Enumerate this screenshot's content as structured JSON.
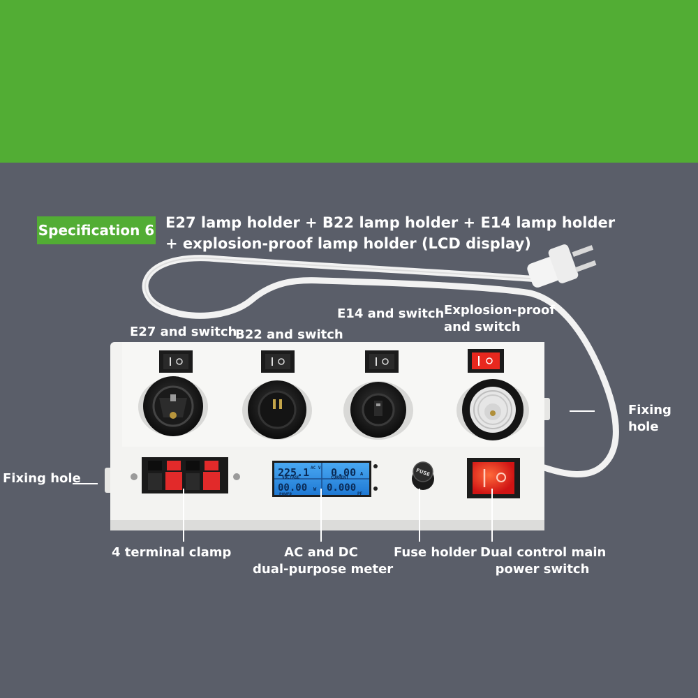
{
  "background": {
    "top_color": "#52ad34",
    "bottom_color": "#5a5e69"
  },
  "spec": {
    "badge": "Specification 6",
    "title_line1": "E27 lamp holder + B22 lamp holder + E14 lamp holder",
    "title_line2": "+ explosion-proof lamp holder (LCD display)"
  },
  "labels": {
    "e27": "E27 and switch",
    "b22": "B22 and switch",
    "e14": "E14 and switch",
    "explosion_line1": "Explosion-proof",
    "explosion_line2": "and switch",
    "fixing_right_line1": "Fixing",
    "fixing_right_line2": "hole",
    "fixing_left": "Fixing hole",
    "terminal": "4 terminal clamp",
    "meter_line1": "AC and DC",
    "meter_line2": "dual-purpose meter",
    "fuse": "Fuse holder",
    "main_line1": "Dual control main",
    "main_line2": "power switch"
  },
  "lcd": {
    "voltage_value": "225.1",
    "voltage_unit": "AC V",
    "voltage_label": "VOLTAGE",
    "current_value": "0.00",
    "current_unit": "A",
    "current_label": "CURRENT",
    "power_value": "00.00",
    "power_unit": "W",
    "power_label": "POWER",
    "pf_value": "0.000",
    "pf_label": "PF"
  },
  "fuse_cap_text": "FUSE",
  "colors": {
    "board": "#f3f3f1",
    "switch_red": "#e8281e",
    "lcd_blue": "#2e8fe6",
    "terminal_red": "#e22a2a"
  }
}
